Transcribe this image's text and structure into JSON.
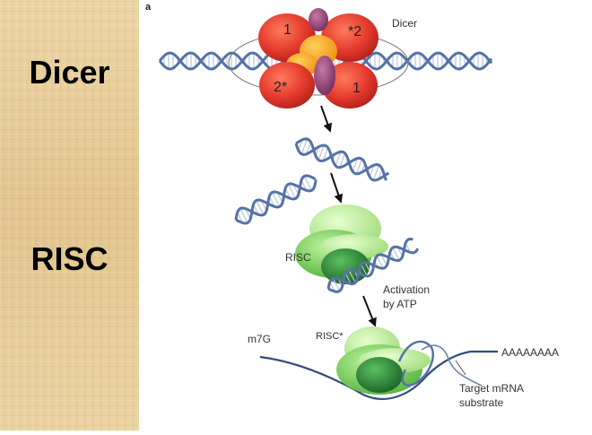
{
  "sidebar": {
    "labels": [
      "Dicer",
      "RISC"
    ]
  },
  "figure": {
    "panel_letter": "a",
    "dicer_label": "Dicer",
    "domain_labels": [
      "1",
      "*2",
      "2*",
      "1"
    ],
    "risc_label": "RISC",
    "activation_label_line1": "Activation",
    "activation_label_line2": "by ATP",
    "m7g_label": "m7G",
    "risc_star_label": "RISC*",
    "polya_label": "AAAAAAAA",
    "target_label_line1": "Target mRNA",
    "target_label_line2": "substrate"
  },
  "colors": {
    "dna_strand": "#5672a6",
    "dna_rung": "#b8c6dc",
    "dicer_red": "#e43a2d",
    "dicer_orange": "#f39a1f",
    "dicer_purple": "#8d3f74",
    "risc_light": "#a9e27f",
    "risc_mid": "#68c24a",
    "risc_dark": "#1f7a30",
    "arrow": "#111111",
    "sidebar_bg": "#e7cf9d"
  }
}
